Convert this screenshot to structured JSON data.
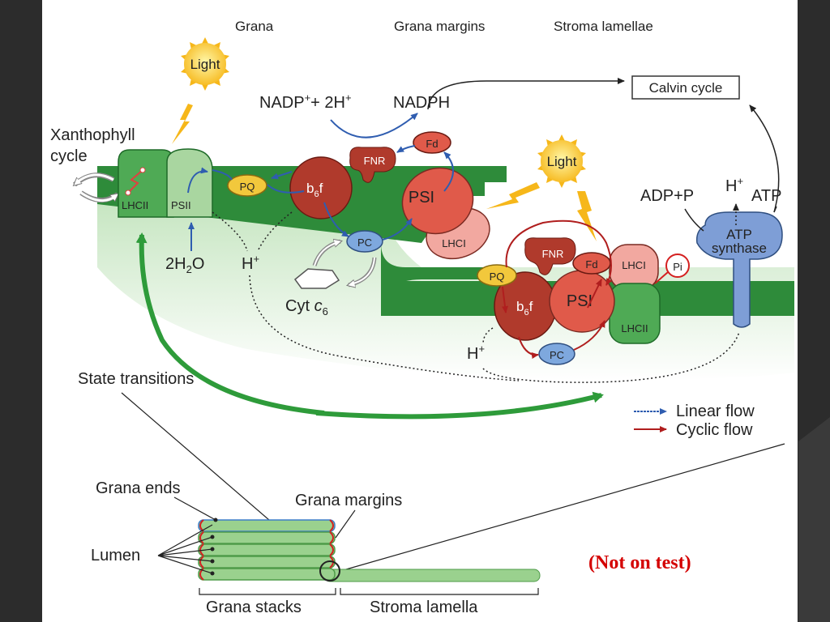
{
  "headers": {
    "grana": "Grana",
    "grana_margins": "Grana margins",
    "stroma_lamellae": "Stroma lamellae"
  },
  "light_1": "Light",
  "light_2": "Light",
  "reaction": {
    "nadp": "NADP",
    "nadp_sup": "+",
    "plus_2h": "+ 2H",
    "plus_2h_sup": "+",
    "nadph": "NADPH"
  },
  "calvin_cycle": "Calvin cycle",
  "xanthophyll": {
    "line1": "Xanthophyll",
    "line2": "cycle"
  },
  "complexes": {
    "lhcii_left": "LHCII",
    "psii": "PSII",
    "pq_left": "PQ",
    "b6f_left_b": "b",
    "b6f_left_sub": "6",
    "b6f_left_f": "f",
    "fnr_top": "FNR",
    "fd_top": "Fd",
    "psi_left": "PSI",
    "lhci_left": "LHCI",
    "pc_left": "PC",
    "pq_right": "PQ",
    "b6f_right_b": "b",
    "b6f_right_sub": "6",
    "b6f_right_f": "f",
    "fnr_right": "FNR",
    "fd_right": "Fd",
    "psi_right": "PSI",
    "lhci_right": "LHCI",
    "lhcii_right": "LHCII",
    "pc_right": "PC",
    "pi": "Pi",
    "atp_synthase_1": "ATP",
    "atp_synthase_2": "synthase"
  },
  "water": {
    "pre": "2H",
    "sub": "2",
    "post": "O"
  },
  "protons": {
    "h_left": "H",
    "h_left_sup": "+",
    "h_right": "H",
    "h_right_sup": "+",
    "h_top": "H",
    "h_top_sup": "+"
  },
  "cyt_c6": {
    "pre": "Cyt ",
    "c": "c",
    "sub": "6"
  },
  "atp_labels": {
    "adp": "ADP+P",
    "atp": "ATP"
  },
  "state_transitions": "State transitions",
  "legend": {
    "linear": "Linear flow",
    "cyclic": "Cyclic flow"
  },
  "bottom": {
    "grana_ends": "Grana ends",
    "grana_margins": "Grana margins",
    "lumen": "Lumen",
    "grana_stacks": "Grana stacks",
    "stroma_lamella": "Stroma lamella"
  },
  "note": "(Not on test)",
  "colors": {
    "linear": "#2f5db0",
    "cyclic": "#b01e1e",
    "membrane": "#2e8b3a",
    "note": "#d40000"
  }
}
